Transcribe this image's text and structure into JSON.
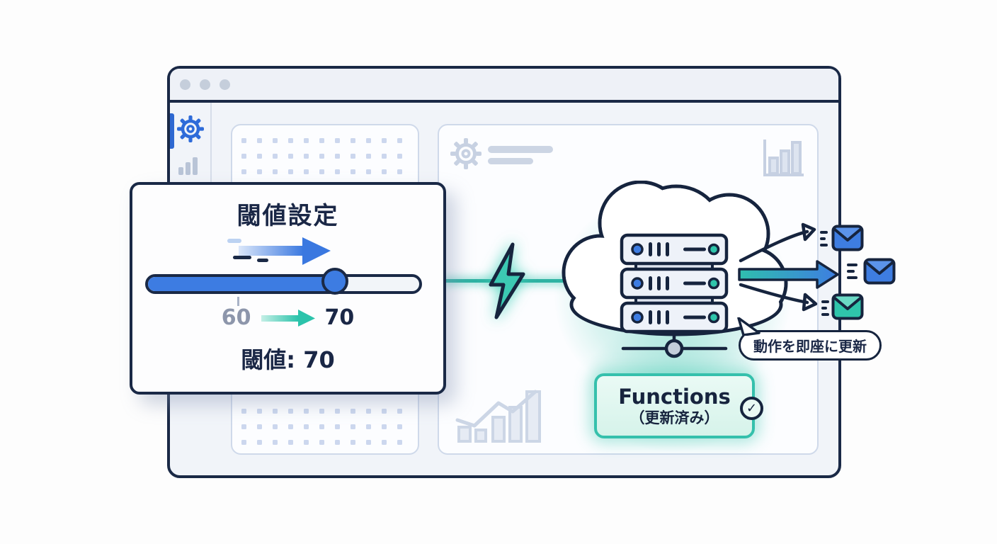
{
  "window": {
    "titlebar_dot_count": 3
  },
  "threshold_panel": {
    "title": "閾値設定",
    "old_value": "60",
    "new_value": "70",
    "value_label": "閾値: 70",
    "slider_percent": 69
  },
  "functions_box": {
    "title": "Functions",
    "status": "（更新済み）",
    "check_glyph": "✓"
  },
  "bubble": {
    "text": "動作を即座に更新"
  },
  "cloud": {
    "server_count": 3
  },
  "emails": {
    "count": 3
  },
  "colors": {
    "navy_outline": "#16243e",
    "blue_accent": "#3d7ce2",
    "teal_accent": "#2fc0ab",
    "gray_muted": "#8d96ab",
    "glow_teal": "rgba(84,205,184,0.5)",
    "card_border": "#cfd9ea",
    "window_bg": "#f1f4f9"
  }
}
